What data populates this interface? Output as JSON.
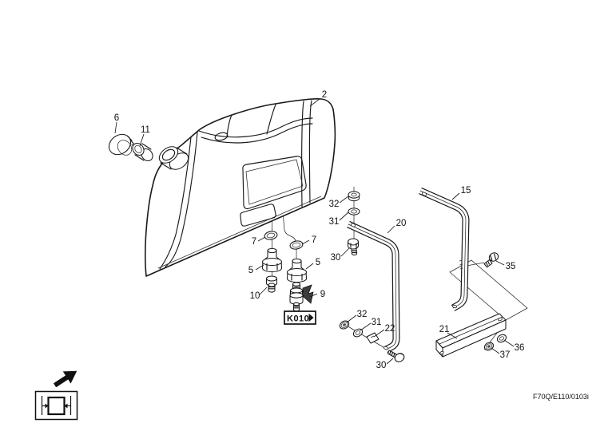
{
  "diagram": {
    "page_code": "F70Q/E110/0103i",
    "reference": {
      "label": "K010",
      "arrow_icon": "right-filled-triangle"
    },
    "callouts": [
      {
        "label": "2"
      },
      {
        "label": "6"
      },
      {
        "label": "11"
      },
      {
        "label": "7"
      },
      {
        "label": "7"
      },
      {
        "label": "5"
      },
      {
        "label": "5"
      },
      {
        "label": "10"
      },
      {
        "label": "9"
      },
      {
        "label": "32"
      },
      {
        "label": "31"
      },
      {
        "label": "30"
      },
      {
        "label": "20"
      },
      {
        "label": "15"
      },
      {
        "label": "35"
      },
      {
        "label": "32"
      },
      {
        "label": "31"
      },
      {
        "label": "22"
      },
      {
        "label": "30"
      },
      {
        "label": "21"
      },
      {
        "label": "36"
      },
      {
        "label": "37"
      }
    ],
    "icons": {
      "direction_arrow": "northeast-arrow",
      "orientation_box": "part-clamp-orientation"
    },
    "colors": {
      "line": "#1a1a1a",
      "background": "#ffffff"
    }
  }
}
